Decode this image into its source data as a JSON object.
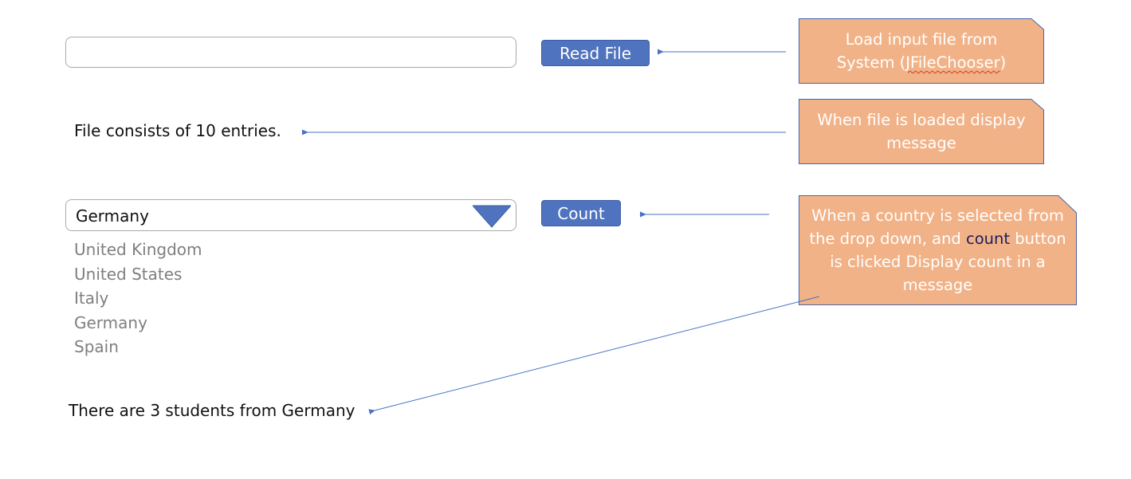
{
  "file_input": {
    "value": ""
  },
  "read_button": {
    "label": "Read File"
  },
  "status_message": "File consists of 10 entries.",
  "country_dropdown": {
    "selected": "Germany",
    "options": [
      "United Kingdom",
      "United States",
      "Italy",
      "Germany",
      "Spain"
    ]
  },
  "count_button": {
    "label": "Count"
  },
  "result_message": "There are 3 students from Germany",
  "annotations": {
    "note_1": {
      "line1": "Load input file from",
      "line2_prefix": "System (",
      "line2_term": "JFileChooser",
      "line2_suffix": ")"
    },
    "note_2": {
      "text": "When file is loaded display message"
    },
    "note_3": {
      "part1": "When a country is selected from the drop down, and",
      "highlight": "count",
      "part2": "button is clicked Display count in a message"
    }
  },
  "colors": {
    "button_fill": "#4f73be",
    "note_fill": "#f2b287",
    "note_border": "#4a66a6",
    "arrow": "#4a72c4",
    "option_text": "#7f7f7f",
    "highlight_text": "#1b1f5e"
  }
}
